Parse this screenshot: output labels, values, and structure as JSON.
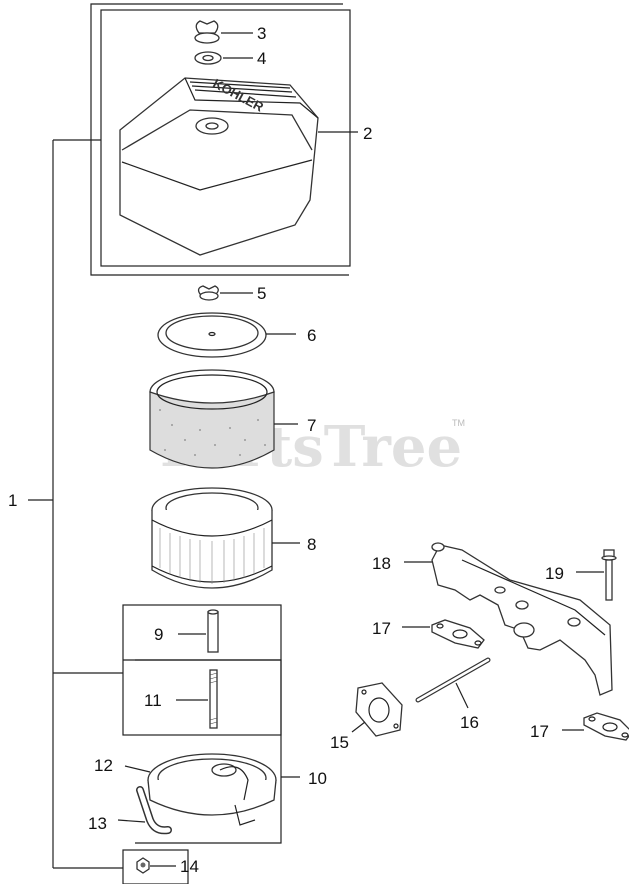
{
  "watermark": {
    "text": "PartsTree",
    "tm": "TM"
  },
  "brand_text": "KOHLER",
  "callouts": {
    "c1": "1",
    "c2": "2",
    "c3": "3",
    "c4": "4",
    "c5": "5",
    "c6": "6",
    "c7": "7",
    "c8": "8",
    "c9": "9",
    "c10": "10",
    "c11": "11",
    "c12": "12",
    "c13": "13",
    "c14": "14",
    "c15": "15",
    "c16": "16",
    "c17a": "17",
    "c17b": "17",
    "c18": "18",
    "c19": "19"
  }
}
